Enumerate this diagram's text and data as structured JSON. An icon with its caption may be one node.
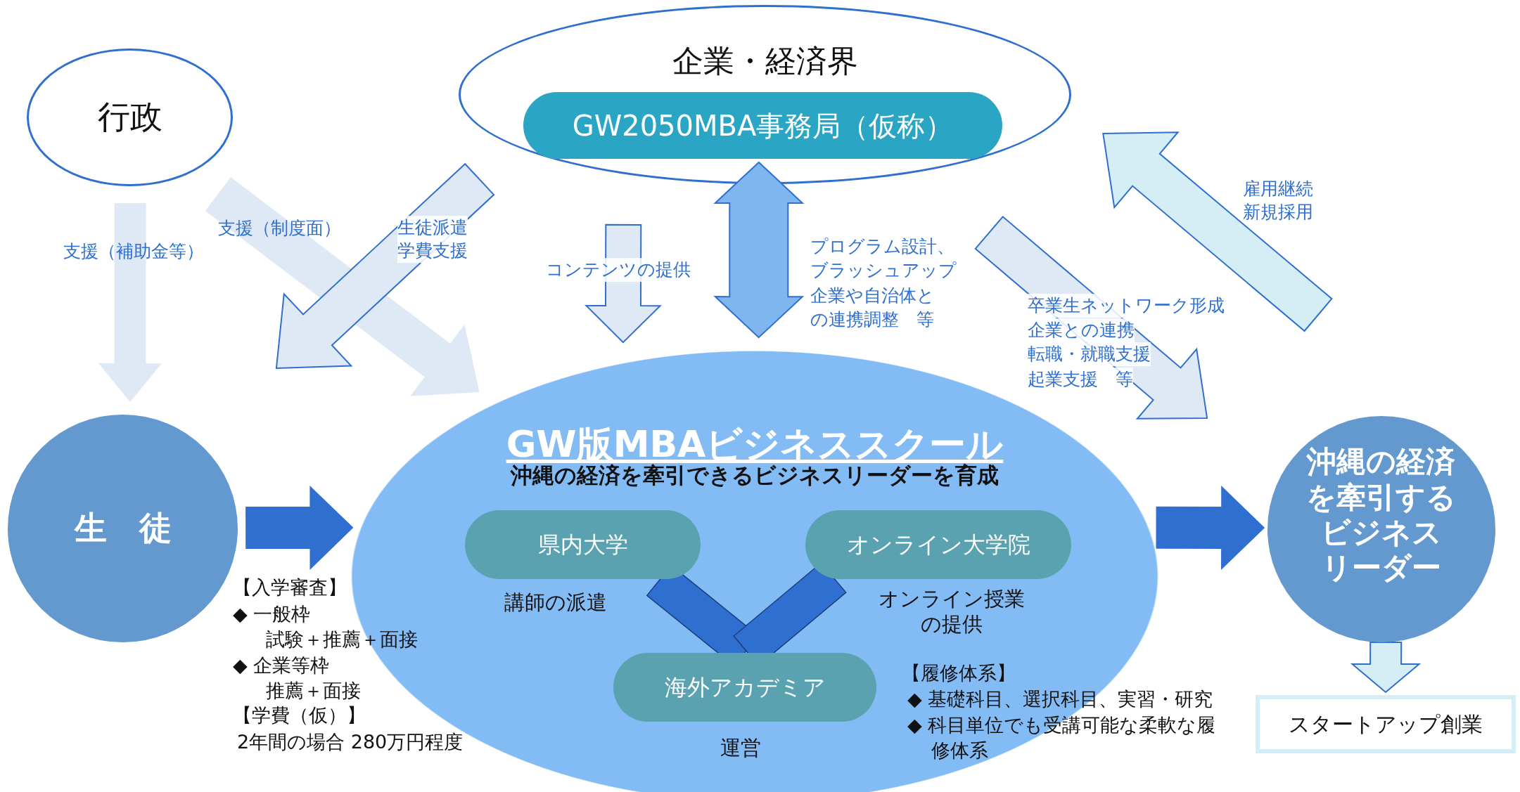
{
  "diagram": {
    "nodes": [
      {
        "text": [
          "行政"
        ]
      },
      {
        "text": [
          "企業・経済界"
        ]
      },
      {
        "text": [
          "GW2050MBA事務局（仮称）"
        ],
        "in": 1
      },
      {
        "text": [
          "生　徒"
        ]
      },
      {
        "text": [
          "GW版MBAビジネススクール",
          "沖縄の経済を牽引できるビジネスリーダーを育成"
        ]
      },
      {
        "text": [
          "県内大学"
        ],
        "in": 4,
        "beside": [
          "講師の派遣"
        ]
      },
      {
        "text": [
          "オンライン大学院"
        ],
        "in": 4,
        "beside": [
          "オンライン授業の提供"
        ]
      },
      {
        "text": [
          "海外アカデミア"
        ],
        "in": 4,
        "beside": [
          "運営"
        ]
      },
      {
        "text": [
          "沖縄の経済を牽引するビジネスリーダー"
        ]
      },
      {
        "text": [
          "スタートアップ創業"
        ]
      }
    ],
    "edges": [
      {
        "from": 0,
        "to": 3,
        "arrow": "to",
        "label": "支援（補助金等）"
      },
      {
        "from": 0,
        "to": 4,
        "arrow": "to",
        "label": "支援（制度面）"
      },
      {
        "from": 1,
        "to": 3,
        "arrow": "to"
      },
      {
        "from": 1,
        "to": 4,
        "arrow": "to",
        "label": "コンテンツの提供"
      },
      {
        "from": 1,
        "to": 4,
        "arrow": "both",
        "color": "#80b6f0"
      },
      {
        "from": 1,
        "to": 8,
        "arrow": "to"
      },
      {
        "from": 8,
        "to": 1,
        "arrow": "to",
        "color": "#d5edf5"
      },
      {
        "from": 3,
        "to": 4,
        "arrow": "to",
        "color": "#2f6fd0"
      },
      {
        "from": 4,
        "to": 8,
        "arrow": "to",
        "color": "#2f6fd0"
      },
      {
        "from": 8,
        "to": 9,
        "arrow": "to",
        "color": "#d5edf5"
      },
      {
        "from": 5,
        "to": 7,
        "arrow": "none",
        "color": "#2f6fd0"
      },
      {
        "from": 6,
        "to": 7,
        "arrow": "none",
        "color": "#2f6fd0"
      }
    ],
    "labels": [
      "生徒派遣",
      "学費支援",
      "プログラム設計、ブラッシュアップ",
      "企業や自治体との連携調整　等",
      "卒業生ネットワーク形成",
      "企業との連携",
      "転職・就職支援",
      "起業支援　等",
      "雇用継続",
      "新規採用",
      "【入学審査】",
      "◆ 一般枠",
      "試験＋推薦＋面接",
      "◆ 企業等枠",
      "推薦＋面接",
      "【学費（仮）】",
      "2年間の場合 280万円程度",
      "【履修体系】",
      "◆ 基礎科目、選択科目、実習・研究",
      "◆ 科目単位でも受講可能な柔軟な履修体系"
    ]
  }
}
